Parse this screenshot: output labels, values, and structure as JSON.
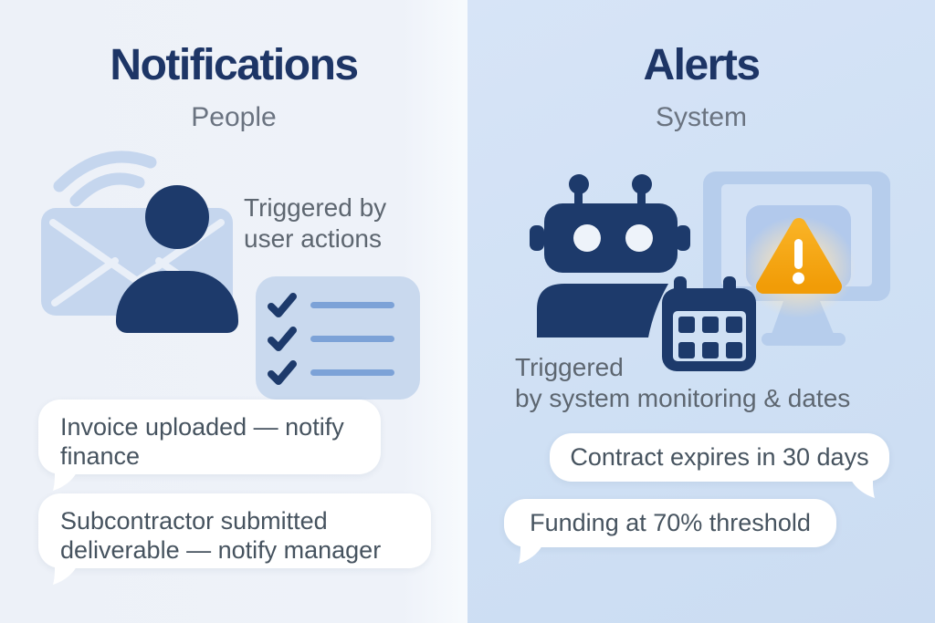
{
  "left_panel": {
    "title": "Notifications",
    "subtitle": "People",
    "caption_line1": "Triggered by",
    "caption_line2": "user actions",
    "checklist_items": 3,
    "bubbles": [
      {
        "text": "Invoice uploaded — notify finance"
      },
      {
        "text": "Subcontractor submitted deliverable — notify manager"
      }
    ]
  },
  "right_panel": {
    "title": "Alerts",
    "subtitle": "System",
    "caption_line1": "Triggered",
    "caption_line2": "by system monitoring & dates",
    "bubbles": [
      {
        "text": "Contract expires in 30 days"
      },
      {
        "text": "Funding at 70% threshold"
      }
    ]
  },
  "icons": {
    "left": [
      "signal-waves-icon",
      "envelope-icon",
      "person-icon",
      "checklist-icon"
    ],
    "right": [
      "robot-icon",
      "monitor-icon",
      "warning-triangle-icon",
      "calendar-icon"
    ]
  },
  "colors": {
    "navy_icon": "#1d3a6b",
    "title_navy": "#1d3566",
    "subtitle_gray": "#6a7380",
    "caption_gray": "#5d6670",
    "left_background": "#eef2f9",
    "right_background": "#cfe0f4",
    "light_blue_icon": "#c5d6ee",
    "checklist_card": "#c9d9ee",
    "checklist_line": "#7ca2d7",
    "monitor_frame": "#b6cdec",
    "warning_amber": "#f6a716",
    "bubble_background": "#ffffff",
    "bubble_text": "#46535f"
  }
}
